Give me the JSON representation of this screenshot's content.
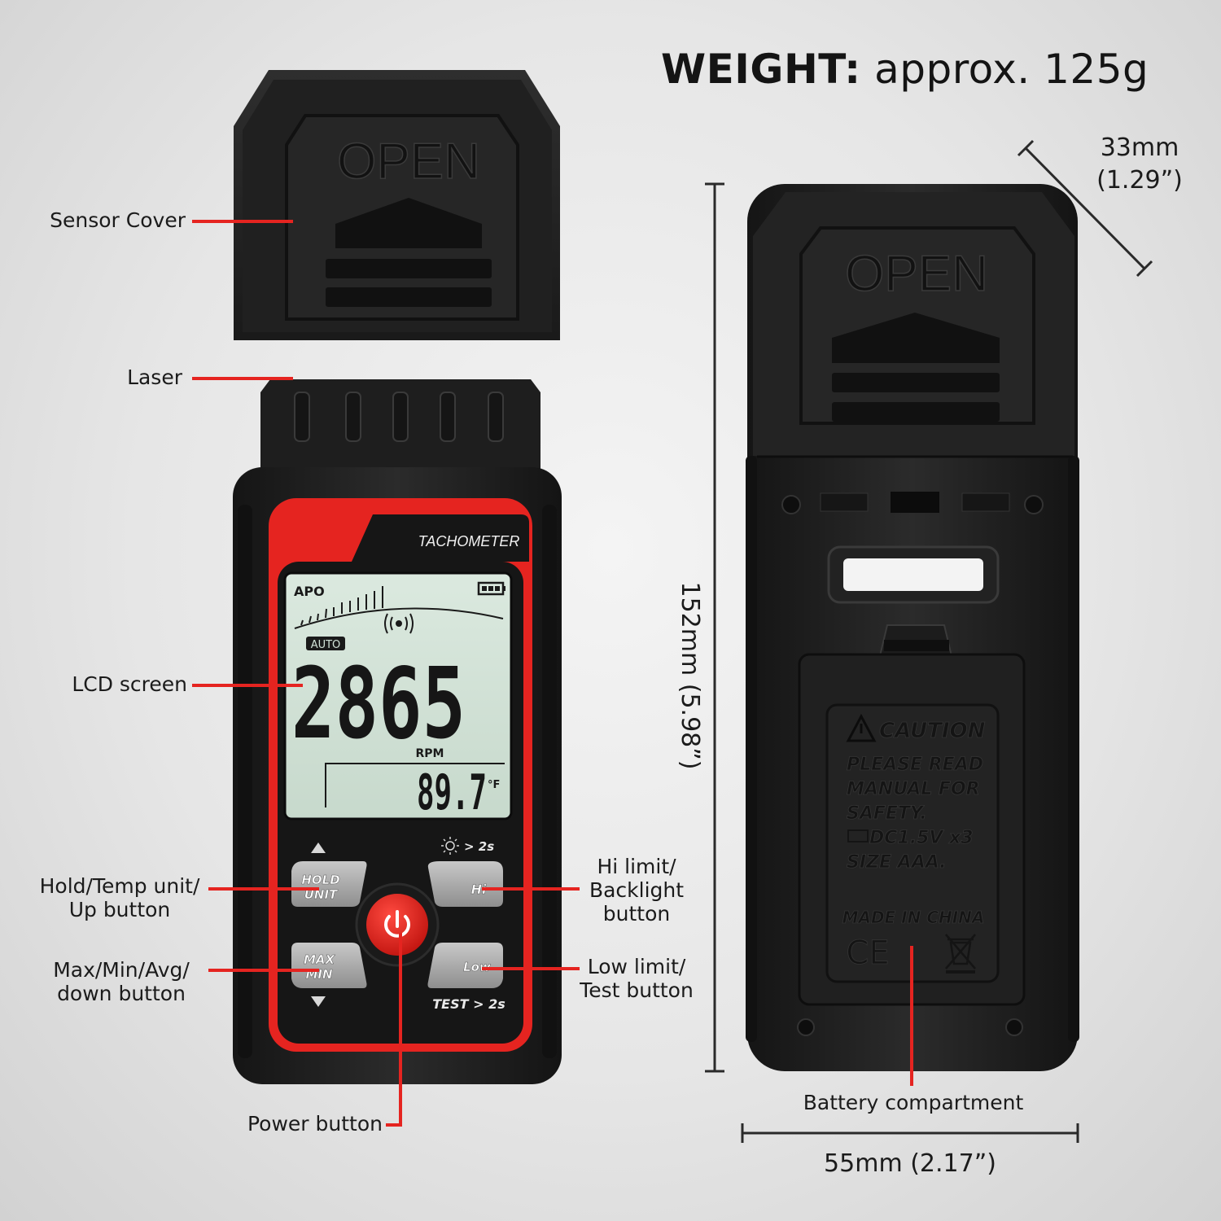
{
  "header": {
    "weight_label": "WEIGHT:",
    "weight_value": "approx. 125g"
  },
  "dimensions": {
    "depth_line1": "33mm",
    "depth_line2": "(1.29”)",
    "height": "152mm (5.98”)",
    "width": "55mm (2.17”)"
  },
  "callouts": {
    "sensor_cover": "Sensor Cover",
    "laser": "Laser",
    "lcd_screen": "LCD screen",
    "hold_line1": "Hold/Temp unit/",
    "hold_line2": "Up button",
    "maxmin_line1": "Max/Min/Avg/",
    "maxmin_line2": "down button",
    "hi_line1": "Hi limit/",
    "hi_line2": "Backlight",
    "hi_line3": "button",
    "low_line1": "Low limit/",
    "low_line2": "Test button",
    "power": "Power button",
    "battery": "Battery compartment"
  },
  "cover": {
    "open_text": "OPEN"
  },
  "device_front": {
    "model": "TACHOMETER",
    "lcd": {
      "apo": "APO",
      "auto": "AUTO",
      "main_reading": "2865",
      "main_unit": "RPM",
      "sub_reading": "89.7",
      "sub_unit": "°F"
    },
    "buttons": {
      "hold_line1": "HOLD",
      "hold_line2": "UNIT",
      "max_line1": "MAX",
      "max_line2": "MIN",
      "hi": "Hi",
      "low": "Low",
      "backlight_hint": "> 2s",
      "test_hint": "TEST > 2s"
    }
  },
  "device_back": {
    "open_text": "OPEN",
    "caution_title": "CAUTION",
    "caution_lines": [
      "PLEASE READ",
      "MANUAL FOR",
      "SAFETY.",
      "DC1.5V x3",
      "SIZE AAA."
    ],
    "made_in": "MADE IN CHINA",
    "ce_mark": "CE"
  },
  "colors": {
    "accent_red": "#e52420",
    "body_black": "#1c1c1c",
    "lcd_green": "#d2e3d8"
  },
  "icons": [
    "sun-icon",
    "signal-icon",
    "battery-icon",
    "up-arrow-icon",
    "down-arrow-icon",
    "power-icon",
    "warning-icon",
    "weee-bin-icon"
  ]
}
